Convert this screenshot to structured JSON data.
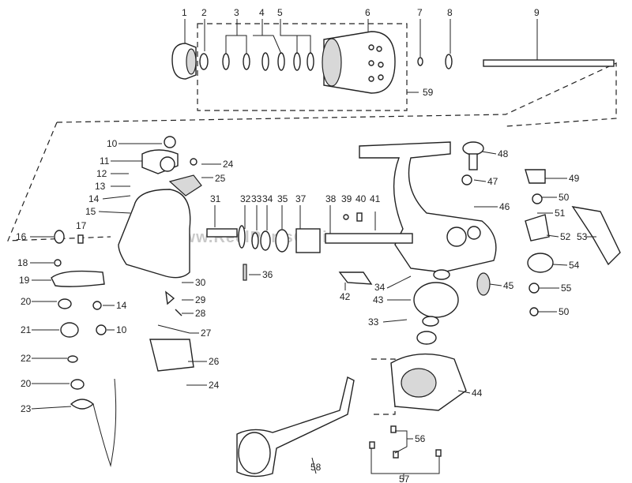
{
  "diagram": {
    "watermark": "www.ReelPartsOnline.com",
    "callouts": [
      "1",
      "2",
      "3",
      "4",
      "5",
      "6",
      "7",
      "8",
      "9",
      "10",
      "11",
      "12",
      "13",
      "14",
      "15",
      "16",
      "17",
      "18",
      "19",
      "20",
      "21",
      "22",
      "23",
      "24",
      "25",
      "26",
      "27",
      "28",
      "29",
      "30",
      "31",
      "32",
      "33",
      "34",
      "35",
      "36",
      "37",
      "38",
      "39",
      "40",
      "41",
      "42",
      "43",
      "44",
      "45",
      "46",
      "47",
      "48",
      "49",
      "50",
      "51",
      "52",
      "53",
      "54",
      "55",
      "56",
      "57",
      "58",
      "59"
    ]
  }
}
